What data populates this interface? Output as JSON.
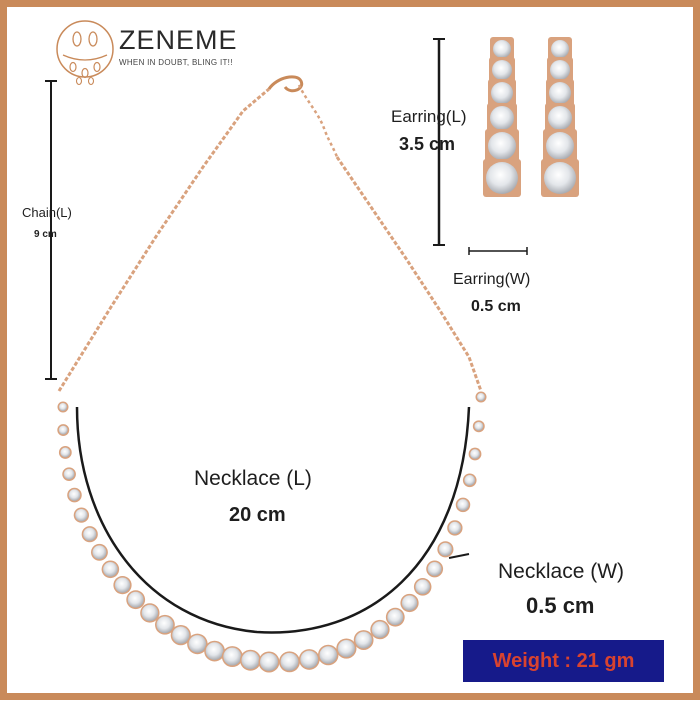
{
  "brand": {
    "name": "ZENEME",
    "tagline": "WHEN IN DOUBT, BLING IT!!"
  },
  "measurements": {
    "chain_length_label": "Chain(L)",
    "chain_length_value": "9 cm",
    "earring_length_label": "Earring(L)",
    "earring_length_value": "3.5 cm",
    "earring_width_label": "Earring(W)",
    "earring_width_value": "0.5 cm",
    "necklace_length_label": "Necklace (L)",
    "necklace_length_value": "20 cm",
    "necklace_width_label": "Necklace (W)",
    "necklace_width_value": "0.5 cm"
  },
  "weight": {
    "text": "Weight : 21 gm"
  },
  "colors": {
    "border": "#c98a5a",
    "rose_gold": "#d9a27e",
    "stone": "#eef0f2",
    "badge_bg": "#161a8a",
    "badge_text": "#d9432f"
  },
  "product": {
    "necklace_stones": 36,
    "earring_stones": 6
  }
}
